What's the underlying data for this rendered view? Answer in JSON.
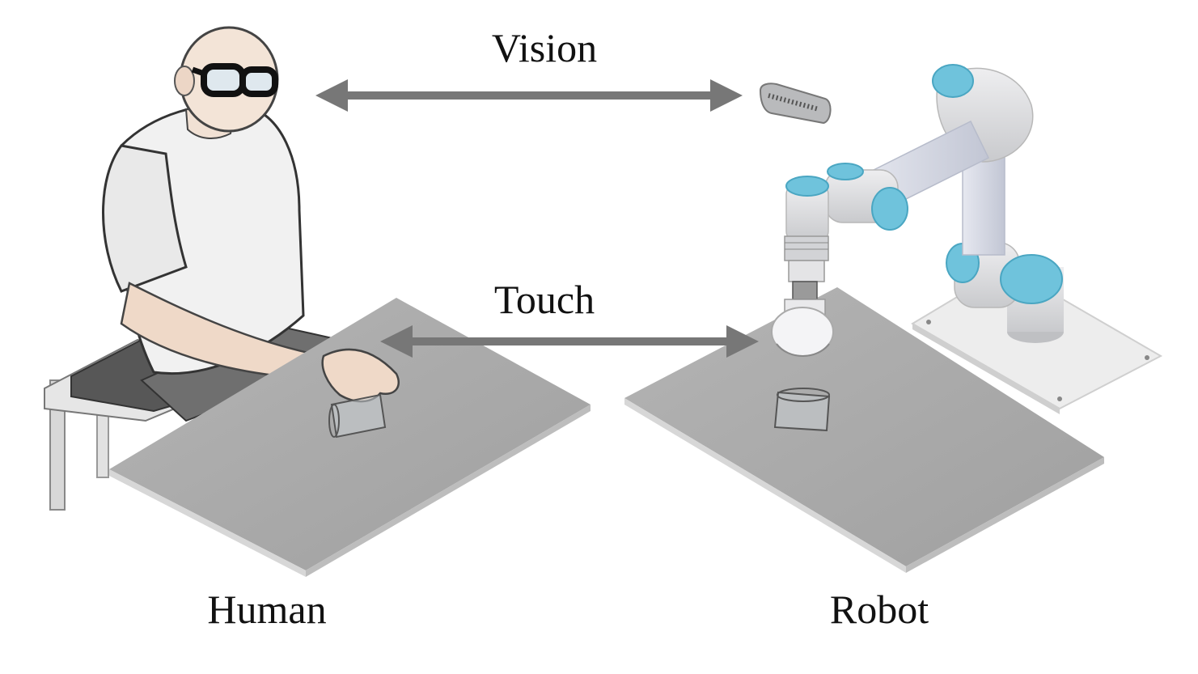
{
  "labels": {
    "vision": "Vision",
    "touch": "Touch",
    "human": "Human",
    "robot": "Robot"
  },
  "colors": {
    "arrow": "#777777",
    "robot_accent": "#6fc3dc",
    "table": "#a9a9a9",
    "table_edge": "#cfcfcf",
    "robot_body": "#d9dadc"
  }
}
